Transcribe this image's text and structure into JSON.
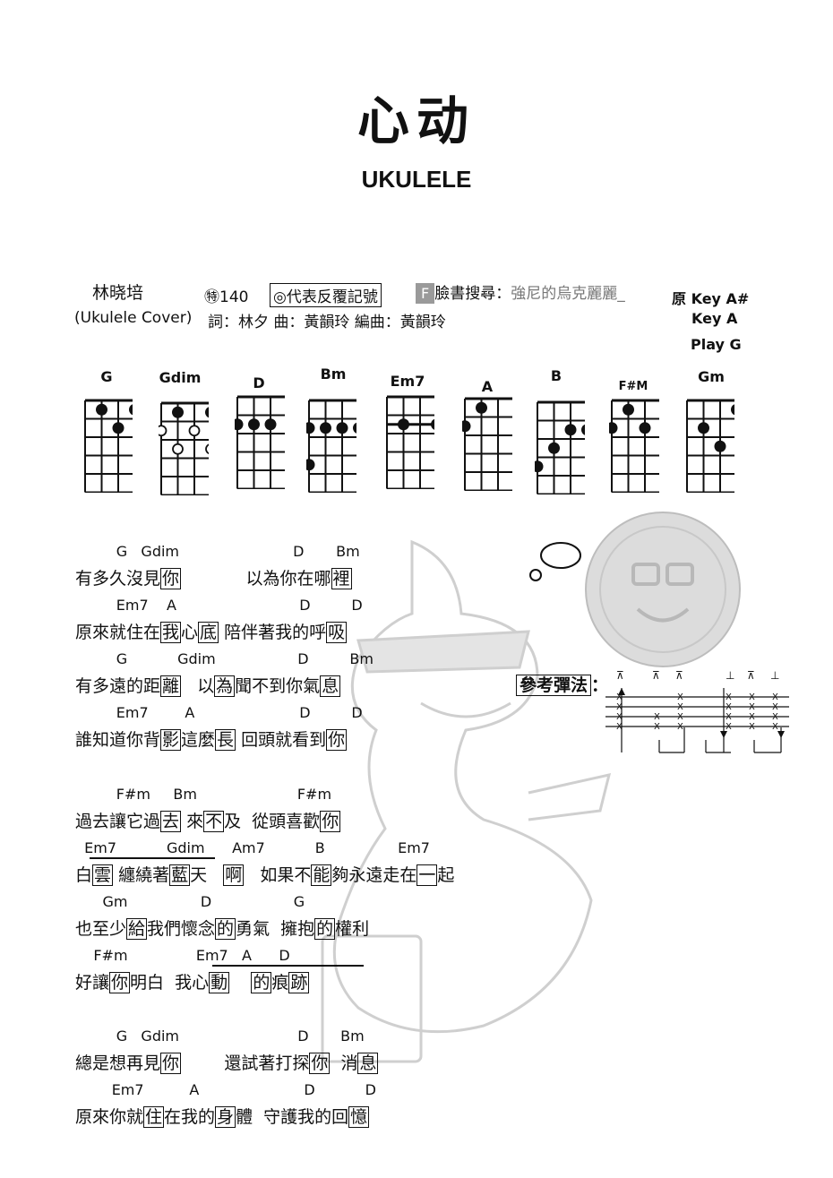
{
  "title": "心动",
  "subtitle": "UKULELE",
  "artist": "林晓培",
  "cover": "(Ukulele Cover)",
  "tempo": "㊕140",
  "repeat_note": "◎代表反覆記號",
  "fb_tag": "F",
  "fb_label": "臉書搜尋：",
  "fb_name": "強尼的烏克麗麗_",
  "credits": "詞：林夕  曲：黃韻玲  編曲：黃韻玲",
  "key_original": "原 Key A#",
  "key": "Key A",
  "play": "Play G",
  "ref_label": "參考彈法",
  "ref_colon": "：",
  "chords": [
    {
      "name": "G",
      "dots": [
        [
          1,
          0
        ],
        [
          3,
          0
        ],
        [
          2,
          1
        ]
      ],
      "open": []
    },
    {
      "name": "Gdim",
      "dots": [
        [
          1,
          0
        ],
        [
          3,
          0
        ]
      ],
      "open": [
        [
          0,
          1
        ],
        [
          2,
          1
        ],
        [
          1,
          2
        ],
        [
          3,
          2
        ]
      ]
    },
    {
      "name": "D",
      "dots": [
        [
          0,
          1
        ],
        [
          1,
          1
        ],
        [
          2,
          1
        ]
      ],
      "open": []
    },
    {
      "name": "Bm",
      "dots": [
        [
          0,
          1
        ],
        [
          1,
          1
        ],
        [
          2,
          1
        ],
        [
          3,
          1
        ],
        [
          0,
          3
        ]
      ],
      "open": []
    },
    {
      "name": "Em7",
      "dots": [
        [
          1,
          1
        ],
        [
          3,
          1
        ]
      ],
      "open": [],
      "bar": 1
    },
    {
      "name": "A",
      "dots": [
        [
          1,
          0
        ],
        [
          0,
          1
        ]
      ],
      "open": []
    },
    {
      "name": "B",
      "dots": [
        [
          2,
          1
        ],
        [
          3,
          1
        ],
        [
          1,
          2
        ],
        [
          0,
          3
        ]
      ],
      "open": []
    },
    {
      "name": "F#M",
      "dots": [
        [
          1,
          0
        ],
        [
          0,
          1
        ],
        [
          2,
          1
        ]
      ],
      "open": []
    },
    {
      "name": "Gm",
      "dots": [
        [
          3,
          0
        ],
        [
          1,
          1
        ],
        [
          2,
          2
        ]
      ],
      "open": []
    }
  ],
  "sections": [
    {
      "lines": [
        {
          "chords": "         G   Gdim                         D       Bm",
          "lyric": [
            [
              "有多久沒見"
            ],
            [
              "你",
              "b"
            ],
            [
              "            以為你在哪"
            ],
            [
              "裡",
              "b"
            ]
          ]
        },
        {
          "chords": "         Em7    A                           D         D",
          "lyric": [
            [
              "原來就住在"
            ],
            [
              "我",
              "b"
            ],
            [
              "心"
            ],
            [
              "底",
              "b"
            ],
            [
              " 陪伴著我的呼"
            ],
            [
              "吸",
              "b"
            ]
          ]
        },
        {
          "chords": "         G           Gdim                  D         Bm",
          "lyric": [
            [
              "有多遠的距"
            ],
            [
              "離",
              "b"
            ],
            [
              "   以"
            ],
            [
              "為",
              "b"
            ],
            [
              "聞不到你氣"
            ],
            [
              "息",
              "b"
            ]
          ]
        },
        {
          "chords": "         Em7        A                       D         D",
          "lyric": [
            [
              "誰知道你背"
            ],
            [
              "影",
              "b"
            ],
            [
              "這麼"
            ],
            [
              "長",
              "b"
            ],
            [
              " 回頭就看到"
            ],
            [
              "你",
              "b"
            ]
          ]
        }
      ]
    },
    {
      "lines": [
        {
          "chords": "         F#m     Bm                      F#m",
          "lyric": [
            [
              "過去讓它過"
            ],
            [
              "去",
              "b"
            ],
            [
              " 來"
            ],
            [
              "不",
              "b"
            ],
            [
              "及  從頭喜歡"
            ],
            [
              "你",
              "b"
            ]
          ]
        },
        {
          "chords": "  Em7           Gdim      Am7           B                Em7",
          "lyric": [
            [
              "白"
            ],
            [
              "雲",
              "b"
            ],
            [
              " 纏繞著"
            ],
            [
              "藍",
              "b"
            ],
            [
              "天   "
            ],
            [
              "啊",
              "b"
            ],
            [
              "   如果不"
            ],
            [
              "能",
              "b"
            ],
            [
              "夠永遠走在"
            ],
            [
              "一",
              "b"
            ],
            [
              "起"
            ]
          ]
        },
        {
          "chords": "      Gm                D                  G",
          "lyric": [
            [
              "也至少"
            ],
            [
              "給",
              "b"
            ],
            [
              "我們懷念"
            ],
            [
              "的",
              "b"
            ],
            [
              "勇氣  擁抱"
            ],
            [
              "的",
              "b"
            ],
            [
              "權利"
            ]
          ]
        },
        {
          "chords": "    F#m               Em7   A      D",
          "lyric": [
            [
              "好讓"
            ],
            [
              "你",
              "b"
            ],
            [
              "明白  我心"
            ],
            [
              "動",
              "b"
            ],
            [
              "    "
            ],
            [
              "的",
              "b"
            ],
            [
              "痕"
            ],
            [
              "跡",
              "b"
            ]
          ]
        }
      ]
    },
    {
      "lines": [
        {
          "chords": "         G   Gdim                          D       Bm",
          "lyric": [
            [
              "總是想再見"
            ],
            [
              "你",
              "b"
            ],
            [
              "        還試著打探"
            ],
            [
              "你",
              "b"
            ],
            [
              "  消"
            ],
            [
              "息",
              "b"
            ]
          ]
        },
        {
          "chords": "        Em7          A                       D           D",
          "lyric": [
            [
              "原來你就"
            ],
            [
              "住",
              "b"
            ],
            [
              "在我的"
            ],
            [
              "身",
              "b"
            ],
            [
              "體  守護我的回"
            ],
            [
              "憶",
              "b"
            ]
          ]
        }
      ]
    }
  ]
}
